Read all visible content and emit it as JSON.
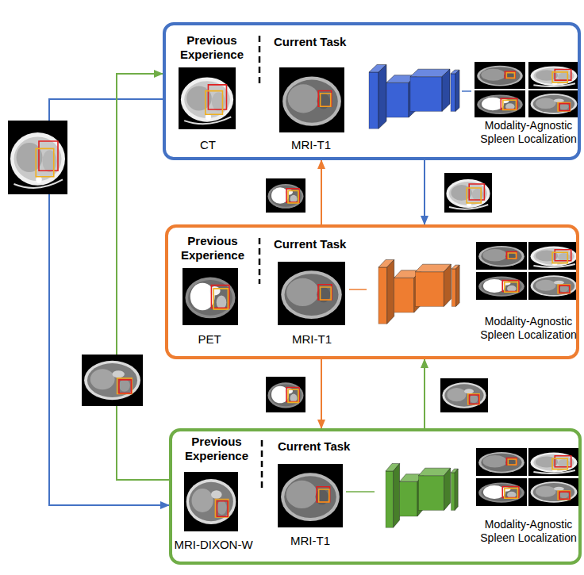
{
  "diagram": {
    "nodes": [
      {
        "text": [
          "Previous Experience",
          "CT",
          "Current Task",
          "MRI-T1",
          "Modality-Agnostic Spleen Localization"
        ]
      },
      {
        "text": [
          "Previous Experience",
          "PET",
          "Current Task",
          "MRI-T1",
          "Modality-Agnostic Spleen Localization"
        ]
      },
      {
        "text": [
          "Previous Experience",
          "MRI-DIXON-W",
          "Current Task",
          "MRI-T1",
          "Modality-Agnostic Spleen Localization"
        ]
      }
    ],
    "edges": [
      {
        "from": 1,
        "to": 0,
        "arrow": "to"
      },
      {
        "from": 0,
        "to": 1,
        "arrow": "to"
      },
      {
        "from": 1,
        "to": 2,
        "arrow": "to"
      },
      {
        "from": 2,
        "to": 1,
        "arrow": "to"
      },
      {
        "from": 0,
        "to": 2,
        "arrow": "to"
      },
      {
        "from": 2,
        "to": 0,
        "arrow": "to"
      }
    ]
  }
}
